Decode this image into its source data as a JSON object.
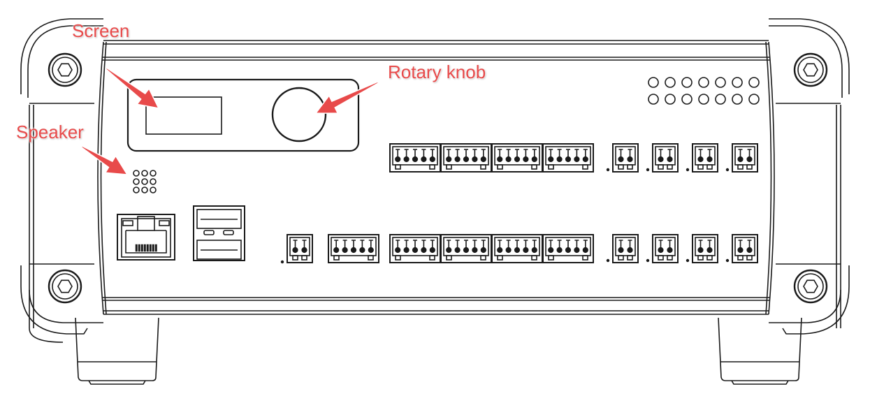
{
  "diagram": {
    "subject": "Device front panel line drawing",
    "annotation_color": "#e84a4a",
    "line_color": "#1a1a1a",
    "annotations": [
      {
        "id": "screen",
        "label": "Screen"
      },
      {
        "id": "rotary-knob",
        "label": "Rotary knob"
      },
      {
        "id": "speaker",
        "label": "Speaker"
      }
    ],
    "components": {
      "display_screen": 1,
      "rotary_knob": 1,
      "speaker_holes": 9,
      "indicator_leds": 14,
      "rj45_ports": 1,
      "usb_ports": 2,
      "top_row": {
        "five_pin_terminals": 4,
        "two_pin_terminals": 4
      },
      "bottom_row": {
        "two_pin_terminals_left": 1,
        "five_pin_terminals": 5,
        "two_pin_terminals_right": 4
      },
      "corner_screws": 4,
      "feet": 2
    }
  }
}
